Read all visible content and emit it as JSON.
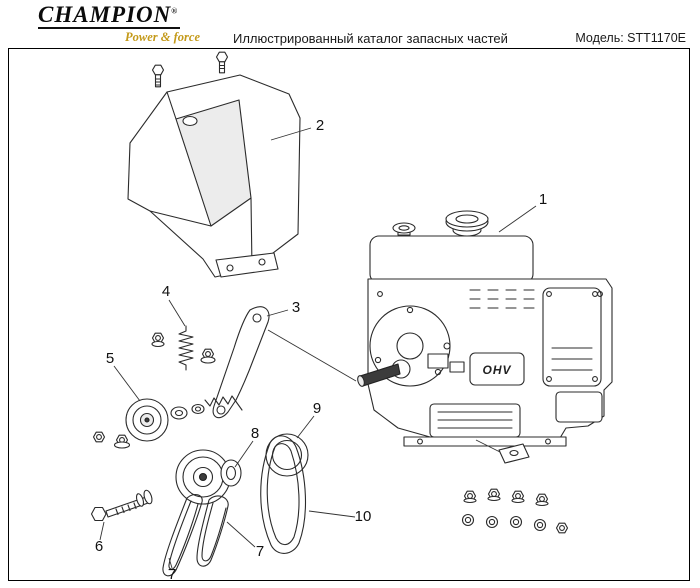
{
  "header": {
    "brand": "CHAMPION",
    "brand_reg": "®",
    "tagline": "Power & force",
    "title": "Иллюстрированный каталог запасных частей",
    "model": "Модель: STT1170E"
  },
  "diagram": {
    "engine_label": "OHV",
    "callouts": [
      {
        "label": "1"
      },
      {
        "label": "2"
      },
      {
        "label": "3"
      },
      {
        "label": "4"
      },
      {
        "label": "5"
      },
      {
        "label": "6"
      },
      {
        "label": "7"
      },
      {
        "label": "7"
      },
      {
        "label": "8"
      },
      {
        "label": "9"
      },
      {
        "label": "10"
      }
    ]
  },
  "colors": {
    "accent_gold": "#c49a1a",
    "line_art": "#2b2b2b",
    "frame_border": "#000000"
  }
}
